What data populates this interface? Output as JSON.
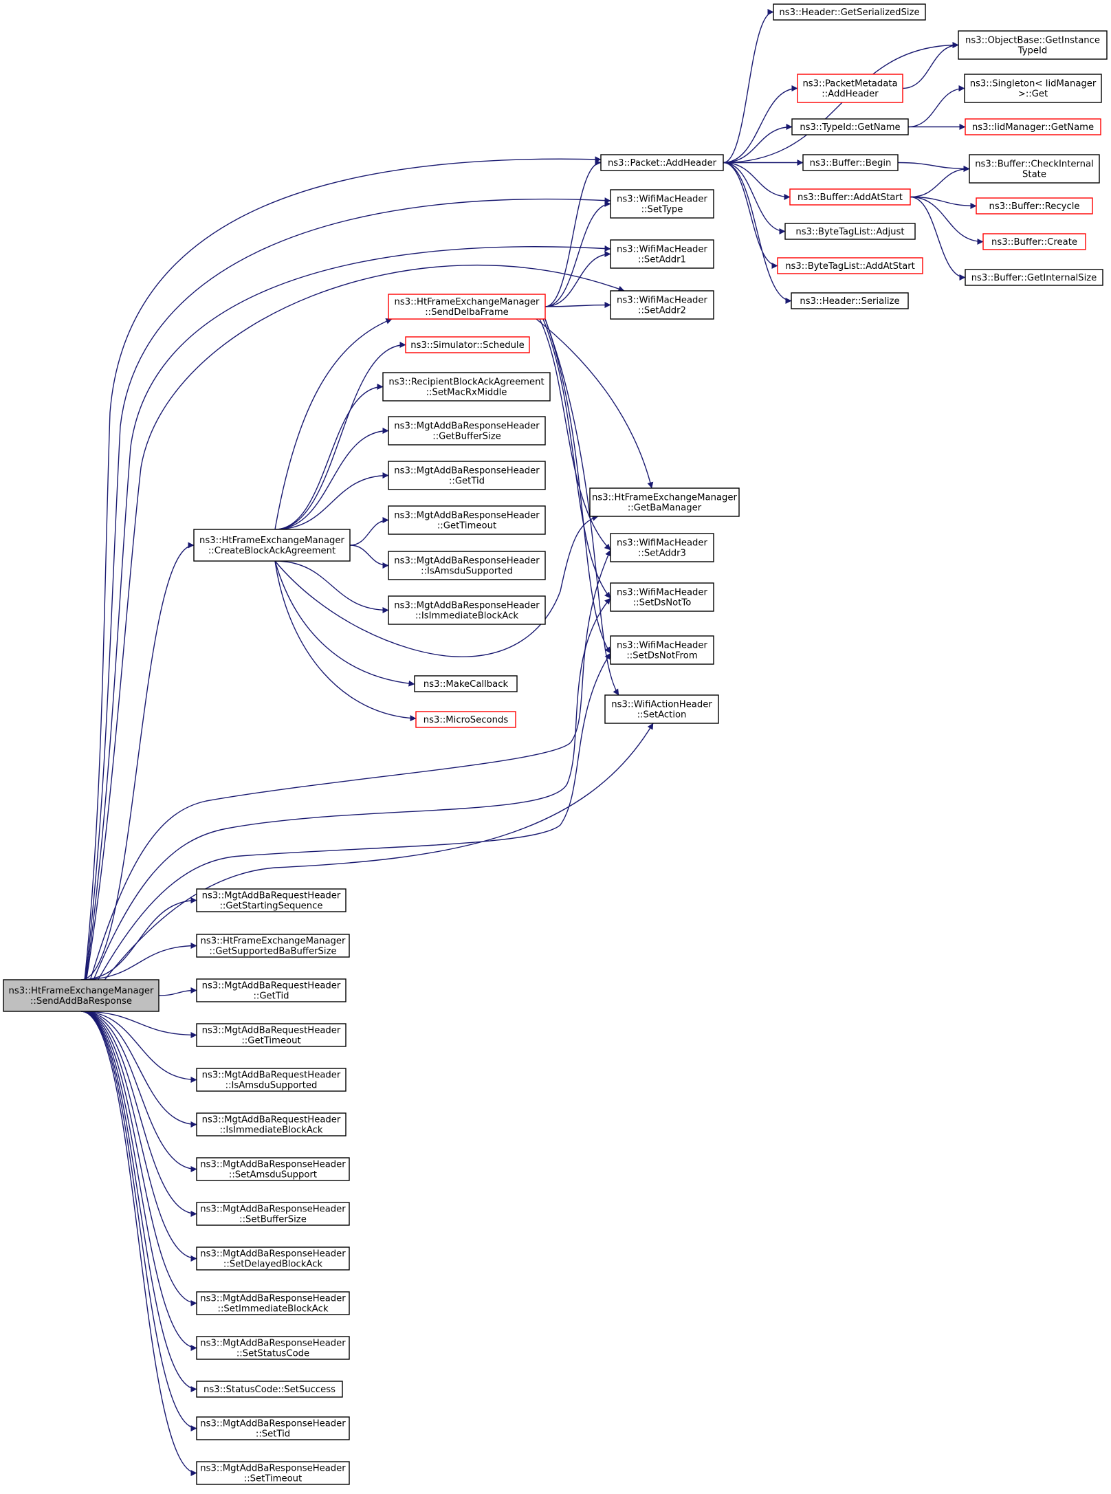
{
  "colors": {
    "edge": "#191970",
    "border_default": "#000000",
    "border_truncated": "#ff0000",
    "root_fill": "#bfbfbf",
    "node_fill": "#ffffff"
  },
  "graph": {
    "root": "n_root",
    "nodes": [
      {
        "id": "n_root",
        "lines": [
          "ns3::HtFrameExchangeManager",
          "::SendAddBaResponse"
        ],
        "style": "root"
      },
      {
        "id": "n_create",
        "lines": [
          "ns3::HtFrameExchangeManager",
          "::CreateBlockAckAgreement"
        ],
        "style": "normal"
      },
      {
        "id": "n_getstartseq",
        "lines": [
          "ns3::MgtAddBaRequestHeader",
          "::GetStartingSequence"
        ],
        "style": "normal"
      },
      {
        "id": "n_getsupbuf",
        "lines": [
          "ns3::HtFrameExchangeManager",
          "::GetSupportedBaBufferSize"
        ],
        "style": "normal"
      },
      {
        "id": "n_reqgettid",
        "lines": [
          "ns3::MgtAddBaRequestHeader",
          "::GetTid"
        ],
        "style": "normal"
      },
      {
        "id": "n_reqgettimeout",
        "lines": [
          "ns3::MgtAddBaRequestHeader",
          "::GetTimeout"
        ],
        "style": "normal"
      },
      {
        "id": "n_reqamsdu",
        "lines": [
          "ns3::MgtAddBaRequestHeader",
          "::IsAmsduSupported"
        ],
        "style": "normal"
      },
      {
        "id": "n_reqimm",
        "lines": [
          "ns3::MgtAddBaRequestHeader",
          "::IsImmediateBlockAck"
        ],
        "style": "normal"
      },
      {
        "id": "n_setamsdu",
        "lines": [
          "ns3::MgtAddBaResponseHeader",
          "::SetAmsduSupport"
        ],
        "style": "normal"
      },
      {
        "id": "n_setbufsize",
        "lines": [
          "ns3::MgtAddBaResponseHeader",
          "::SetBufferSize"
        ],
        "style": "normal"
      },
      {
        "id": "n_setdelayed",
        "lines": [
          "ns3::MgtAddBaResponseHeader",
          "::SetDelayedBlockAck"
        ],
        "style": "normal"
      },
      {
        "id": "n_setimm",
        "lines": [
          "ns3::MgtAddBaResponseHeader",
          "::SetImmediateBlockAck"
        ],
        "style": "normal"
      },
      {
        "id": "n_setstatus",
        "lines": [
          "ns3::MgtAddBaResponseHeader",
          "::SetStatusCode"
        ],
        "style": "normal"
      },
      {
        "id": "n_success",
        "lines": [
          "ns3::StatusCode::SetSuccess"
        ],
        "style": "normal"
      },
      {
        "id": "n_settid",
        "lines": [
          "ns3::MgtAddBaResponseHeader",
          "::SetTid"
        ],
        "style": "normal"
      },
      {
        "id": "n_settimeout",
        "lines": [
          "ns3::MgtAddBaResponseHeader",
          "::SetTimeout"
        ],
        "style": "normal"
      },
      {
        "id": "n_senddelba",
        "lines": [
          "ns3::HtFrameExchangeManager",
          "::SendDelbaFrame"
        ],
        "style": "truncated"
      },
      {
        "id": "n_schedule",
        "lines": [
          "ns3::Simulator::Schedule"
        ],
        "style": "truncated"
      },
      {
        "id": "n_setmacrx",
        "lines": [
          "ns3::RecipientBlockAckAgreement",
          "::SetMacRxMiddle"
        ],
        "style": "normal"
      },
      {
        "id": "n_respgetbuf",
        "lines": [
          "ns3::MgtAddBaResponseHeader",
          "::GetBufferSize"
        ],
        "style": "normal"
      },
      {
        "id": "n_respgettid",
        "lines": [
          "ns3::MgtAddBaResponseHeader",
          "::GetTid"
        ],
        "style": "normal"
      },
      {
        "id": "n_respgettimeout",
        "lines": [
          "ns3::MgtAddBaResponseHeader",
          "::GetTimeout"
        ],
        "style": "normal"
      },
      {
        "id": "n_respamsdu",
        "lines": [
          "ns3::MgtAddBaResponseHeader",
          "::IsAmsduSupported"
        ],
        "style": "normal"
      },
      {
        "id": "n_respimm",
        "lines": [
          "ns3::MgtAddBaResponseHeader",
          "::IsImmediateBlockAck"
        ],
        "style": "normal"
      },
      {
        "id": "n_makecb",
        "lines": [
          "ns3::MakeCallback"
        ],
        "style": "normal"
      },
      {
        "id": "n_micro",
        "lines": [
          "ns3::MicroSeconds"
        ],
        "style": "truncated"
      },
      {
        "id": "n_addheader",
        "lines": [
          "ns3::Packet::AddHeader"
        ],
        "style": "normal"
      },
      {
        "id": "n_settype",
        "lines": [
          "ns3::WifiMacHeader",
          "::SetType"
        ],
        "style": "normal"
      },
      {
        "id": "n_setaddr1",
        "lines": [
          "ns3::WifiMacHeader",
          "::SetAddr1"
        ],
        "style": "normal"
      },
      {
        "id": "n_setaddr2",
        "lines": [
          "ns3::WifiMacHeader",
          "::SetAddr2"
        ],
        "style": "normal"
      },
      {
        "id": "n_getbamgr",
        "lines": [
          "ns3::HtFrameExchangeManager",
          "::GetBaManager"
        ],
        "style": "normal"
      },
      {
        "id": "n_setaddr3",
        "lines": [
          "ns3::WifiMacHeader",
          "::SetAddr3"
        ],
        "style": "normal"
      },
      {
        "id": "n_setdsnotto",
        "lines": [
          "ns3::WifiMacHeader",
          "::SetDsNotTo"
        ],
        "style": "normal"
      },
      {
        "id": "n_setdsnotfrom",
        "lines": [
          "ns3::WifiMacHeader",
          "::SetDsNotFrom"
        ],
        "style": "normal"
      },
      {
        "id": "n_setaction",
        "lines": [
          "ns3::WifiActionHeader",
          "::SetAction"
        ],
        "style": "normal"
      },
      {
        "id": "n_getsersize",
        "lines": [
          "ns3::Header::GetSerializedSize"
        ],
        "style": "normal"
      },
      {
        "id": "n_pmaddheader",
        "lines": [
          "ns3::PacketMetadata",
          "::AddHeader"
        ],
        "style": "truncated"
      },
      {
        "id": "n_typeidgetname",
        "lines": [
          "ns3::TypeId::GetName"
        ],
        "style": "normal"
      },
      {
        "id": "n_bufbegin",
        "lines": [
          "ns3::Buffer::Begin"
        ],
        "style": "normal"
      },
      {
        "id": "n_bufaddatstart",
        "lines": [
          "ns3::Buffer::AddAtStart"
        ],
        "style": "truncated"
      },
      {
        "id": "n_btladjust",
        "lines": [
          "ns3::ByteTagList::Adjust"
        ],
        "style": "normal"
      },
      {
        "id": "n_btladdatstart",
        "lines": [
          "ns3::ByteTagList::AddAtStart"
        ],
        "style": "truncated"
      },
      {
        "id": "n_hdrserialize",
        "lines": [
          "ns3::Header::Serialize"
        ],
        "style": "normal"
      },
      {
        "id": "n_objgetinst",
        "lines": [
          "ns3::ObjectBase::GetInstance",
          "TypeId"
        ],
        "style": "normal"
      },
      {
        "id": "n_singleton",
        "lines": [
          "ns3::Singleton< IidManager",
          " >::Get"
        ],
        "style": "normal"
      },
      {
        "id": "n_iidgetname",
        "lines": [
          "ns3::IidManager::GetName"
        ],
        "style": "truncated"
      },
      {
        "id": "n_bufcheck",
        "lines": [
          "ns3::Buffer::CheckInternal",
          "State"
        ],
        "style": "normal"
      },
      {
        "id": "n_bufrecycle",
        "lines": [
          "ns3::Buffer::Recycle"
        ],
        "style": "truncated"
      },
      {
        "id": "n_bufcreate",
        "lines": [
          "ns3::Buffer::Create"
        ],
        "style": "truncated"
      },
      {
        "id": "n_bufgetint",
        "lines": [
          "ns3::Buffer::GetInternalSize"
        ],
        "style": "normal"
      }
    ],
    "edges": [
      [
        "n_root",
        "n_create"
      ],
      [
        "n_root",
        "n_addheader"
      ],
      [
        "n_root",
        "n_settype"
      ],
      [
        "n_root",
        "n_setaddr1"
      ],
      [
        "n_root",
        "n_setaddr2"
      ],
      [
        "n_root",
        "n_setaddr3"
      ],
      [
        "n_root",
        "n_setdsnotto"
      ],
      [
        "n_root",
        "n_setdsnotfrom"
      ],
      [
        "n_root",
        "n_setaction"
      ],
      [
        "n_root",
        "n_getstartseq"
      ],
      [
        "n_root",
        "n_getsupbuf"
      ],
      [
        "n_root",
        "n_reqgettid"
      ],
      [
        "n_root",
        "n_reqgettimeout"
      ],
      [
        "n_root",
        "n_reqamsdu"
      ],
      [
        "n_root",
        "n_reqimm"
      ],
      [
        "n_root",
        "n_setamsdu"
      ],
      [
        "n_root",
        "n_setbufsize"
      ],
      [
        "n_root",
        "n_setdelayed"
      ],
      [
        "n_root",
        "n_setimm"
      ],
      [
        "n_root",
        "n_setstatus"
      ],
      [
        "n_root",
        "n_success"
      ],
      [
        "n_root",
        "n_settid"
      ],
      [
        "n_root",
        "n_settimeout"
      ],
      [
        "n_create",
        "n_senddelba"
      ],
      [
        "n_create",
        "n_schedule"
      ],
      [
        "n_create",
        "n_setmacrx"
      ],
      [
        "n_create",
        "n_respgetbuf"
      ],
      [
        "n_create",
        "n_respgettid"
      ],
      [
        "n_create",
        "n_respgettimeout"
      ],
      [
        "n_create",
        "n_respamsdu"
      ],
      [
        "n_create",
        "n_respimm"
      ],
      [
        "n_create",
        "n_getbamgr"
      ],
      [
        "n_create",
        "n_makecb"
      ],
      [
        "n_create",
        "n_micro"
      ],
      [
        "n_senddelba",
        "n_addheader"
      ],
      [
        "n_senddelba",
        "n_settype"
      ],
      [
        "n_senddelba",
        "n_setaddr1"
      ],
      [
        "n_senddelba",
        "n_setaddr2"
      ],
      [
        "n_senddelba",
        "n_getbamgr"
      ],
      [
        "n_senddelba",
        "n_setaddr3"
      ],
      [
        "n_senddelba",
        "n_setdsnotto"
      ],
      [
        "n_senddelba",
        "n_setdsnotfrom"
      ],
      [
        "n_senddelba",
        "n_setaction"
      ],
      [
        "n_addheader",
        "n_getsersize"
      ],
      [
        "n_addheader",
        "n_objgetinst"
      ],
      [
        "n_addheader",
        "n_pmaddheader"
      ],
      [
        "n_addheader",
        "n_typeidgetname"
      ],
      [
        "n_addheader",
        "n_bufbegin"
      ],
      [
        "n_addheader",
        "n_bufaddatstart"
      ],
      [
        "n_addheader",
        "n_btladjust"
      ],
      [
        "n_addheader",
        "n_btladdatstart"
      ],
      [
        "n_addheader",
        "n_hdrserialize"
      ],
      [
        "n_pmaddheader",
        "n_objgetinst"
      ],
      [
        "n_typeidgetname",
        "n_singleton"
      ],
      [
        "n_typeidgetname",
        "n_iidgetname"
      ],
      [
        "n_bufbegin",
        "n_bufcheck"
      ],
      [
        "n_bufaddatstart",
        "n_bufcheck"
      ],
      [
        "n_bufaddatstart",
        "n_bufrecycle"
      ],
      [
        "n_bufaddatstart",
        "n_bufcreate"
      ],
      [
        "n_bufaddatstart",
        "n_bufgetint"
      ]
    ]
  }
}
